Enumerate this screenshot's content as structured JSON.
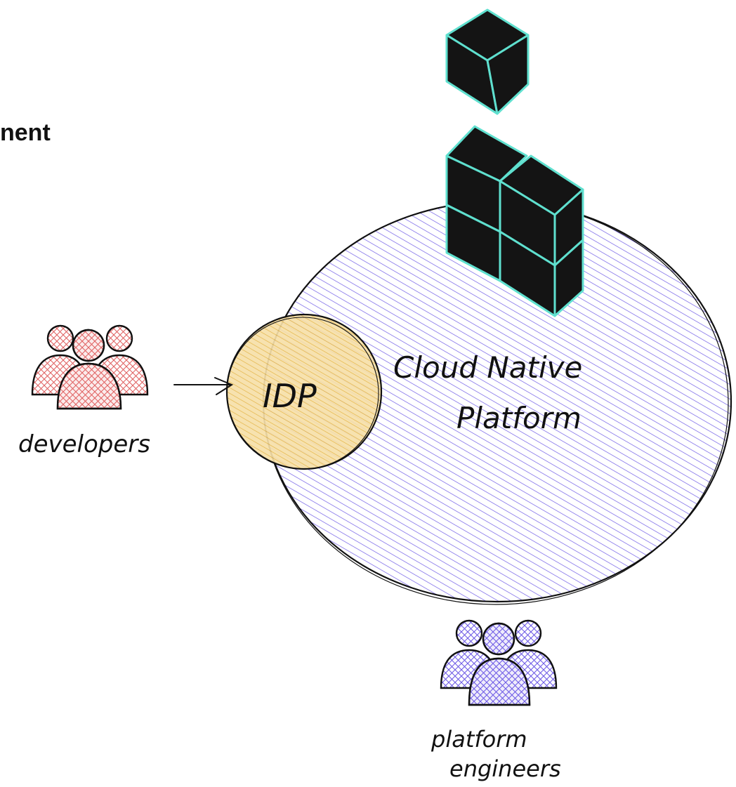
{
  "title_fragment": "nent",
  "labels": {
    "idp": "IDP",
    "platform_line1": "Cloud Native",
    "platform_line2": "Platform",
    "developers": "developers",
    "engineers_line1": "platform",
    "engineers_line2": "engineers"
  },
  "colors": {
    "platform_hatch": "#6f5ce6",
    "idp_fill": "#f3d89a",
    "idp_hatch": "#e6b33b",
    "developers_hatch": "#e06464",
    "engineers_hatch": "#6f5ce6",
    "cube_fill": "#141414",
    "cube_edge": "#5fe0cf",
    "stroke": "#111111"
  },
  "icons": [
    "cube-single-icon",
    "cube-stack-icon",
    "developers-group-icon",
    "engineers-group-icon",
    "arrow-right-icon"
  ]
}
